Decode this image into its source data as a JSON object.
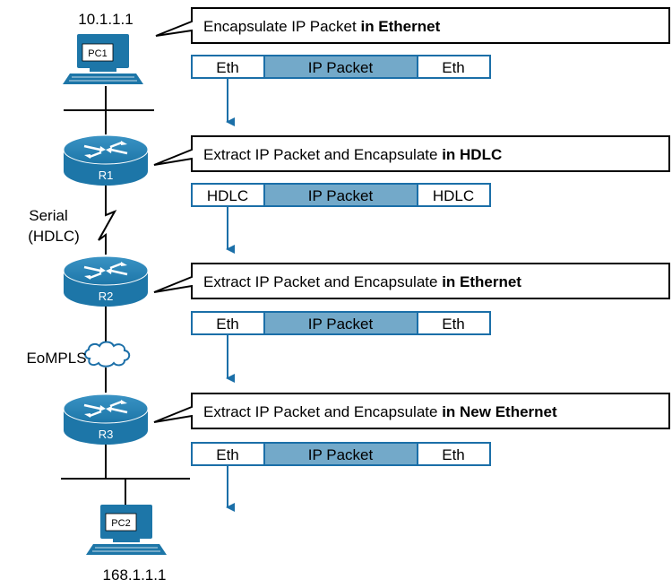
{
  "devices": {
    "pc1": {
      "ip": "10.1.1.1",
      "label": "PC1"
    },
    "pc2": {
      "ip": "168.1.1.1",
      "label": "PC2"
    },
    "routers": [
      {
        "label": "R1"
      },
      {
        "label": "R2"
      },
      {
        "label": "R3"
      }
    ]
  },
  "links": {
    "serial_label_1": "Serial",
    "serial_label_2": "(HDLC)",
    "eompls_label": "EoMPLS"
  },
  "steps": [
    {
      "callout_plain": "Encapsulate IP Packet ",
      "callout_bold": "in Ethernet",
      "frame": {
        "header": "Eth",
        "payload": "IP Packet",
        "trailer": "Eth"
      }
    },
    {
      "callout_plain": "Extract IP Packet and Encapsulate ",
      "callout_bold": "in HDLC",
      "frame": {
        "header": "HDLC",
        "payload": "IP Packet",
        "trailer": "HDLC"
      }
    },
    {
      "callout_plain": "Extract IP Packet and Encapsulate ",
      "callout_bold": "in Ethernet",
      "frame": {
        "header": "Eth",
        "payload": "IP Packet",
        "trailer": "Eth"
      }
    },
    {
      "callout_plain": "Extract IP Packet and Encapsulate ",
      "callout_bold": "in New Ethernet",
      "frame": {
        "header": "Eth",
        "payload": "IP Packet",
        "trailer": "Eth"
      }
    }
  ],
  "colors": {
    "router_blue": "#1d76a8",
    "link_blue": "#1b6fa8",
    "payload_fill": "#73a9c9",
    "frame_border": "#1b6fa8"
  }
}
